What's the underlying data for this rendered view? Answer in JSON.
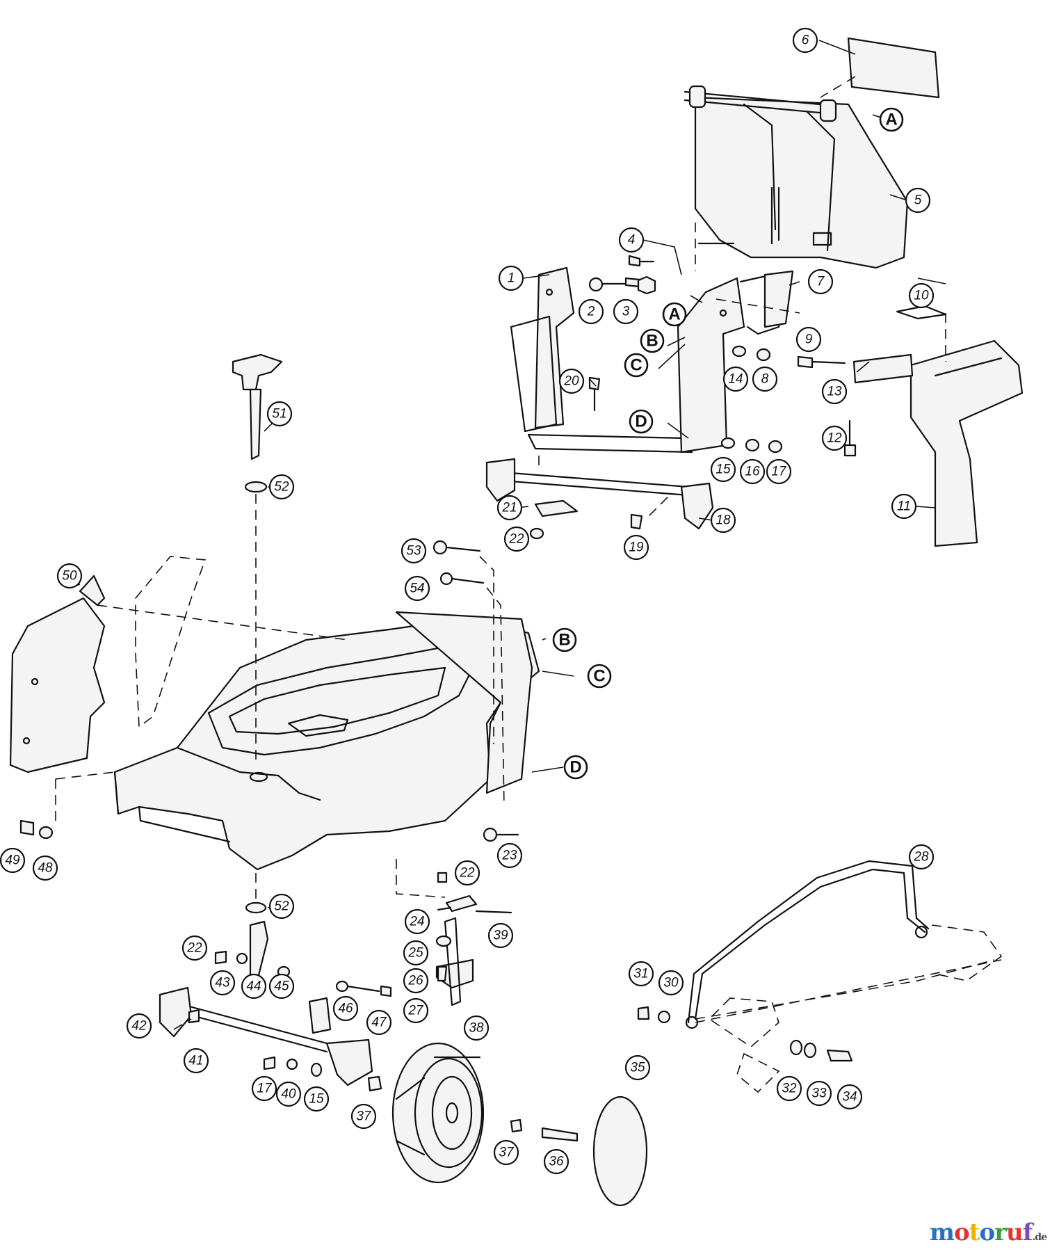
{
  "callouts": [
    {
      "id": "c1",
      "label": "1"
    },
    {
      "id": "c2",
      "label": "2"
    },
    {
      "id": "c3",
      "label": "3"
    },
    {
      "id": "c4",
      "label": "4"
    },
    {
      "id": "c5",
      "label": "5"
    },
    {
      "id": "c6",
      "label": "6"
    },
    {
      "id": "c7",
      "label": "7"
    },
    {
      "id": "c8",
      "label": "8"
    },
    {
      "id": "c9",
      "label": "9"
    },
    {
      "id": "c10",
      "label": "10"
    },
    {
      "id": "c11",
      "label": "11"
    },
    {
      "id": "c12",
      "label": "12"
    },
    {
      "id": "c13",
      "label": "13"
    },
    {
      "id": "c14",
      "label": "14"
    },
    {
      "id": "c15a",
      "label": "15"
    },
    {
      "id": "c16",
      "label": "16"
    },
    {
      "id": "c17a",
      "label": "17"
    },
    {
      "id": "c18",
      "label": "18"
    },
    {
      "id": "c19",
      "label": "19"
    },
    {
      "id": "c20",
      "label": "20"
    },
    {
      "id": "c21",
      "label": "21"
    },
    {
      "id": "c22a",
      "label": "22"
    },
    {
      "id": "c53",
      "label": "53"
    },
    {
      "id": "c54",
      "label": "54"
    },
    {
      "id": "c51",
      "label": "51"
    },
    {
      "id": "c52a",
      "label": "52"
    },
    {
      "id": "c50",
      "label": "50"
    },
    {
      "id": "c49",
      "label": "49"
    },
    {
      "id": "c48",
      "label": "48"
    },
    {
      "id": "c23",
      "label": "23"
    },
    {
      "id": "c22b",
      "label": "22"
    },
    {
      "id": "c24",
      "label": "24"
    },
    {
      "id": "c39",
      "label": "39"
    },
    {
      "id": "c25",
      "label": "25"
    },
    {
      "id": "c26",
      "label": "26"
    },
    {
      "id": "c27",
      "label": "27"
    },
    {
      "id": "c52b",
      "label": "52"
    },
    {
      "id": "c22c",
      "label": "22"
    },
    {
      "id": "c43",
      "label": "43"
    },
    {
      "id": "c44",
      "label": "44"
    },
    {
      "id": "c45",
      "label": "45"
    },
    {
      "id": "c46",
      "label": "46"
    },
    {
      "id": "c47",
      "label": "47"
    },
    {
      "id": "c42",
      "label": "42"
    },
    {
      "id": "c41",
      "label": "41"
    },
    {
      "id": "c17b",
      "label": "17"
    },
    {
      "id": "c40",
      "label": "40"
    },
    {
      "id": "c15b",
      "label": "15"
    },
    {
      "id": "c37a",
      "label": "37"
    },
    {
      "id": "c38",
      "label": "38"
    },
    {
      "id": "c35",
      "label": "35"
    },
    {
      "id": "c37b",
      "label": "37"
    },
    {
      "id": "c36",
      "label": "36"
    },
    {
      "id": "c28",
      "label": "28"
    },
    {
      "id": "c31",
      "label": "31"
    },
    {
      "id": "c30",
      "label": "30"
    },
    {
      "id": "c32",
      "label": "32"
    },
    {
      "id": "c33",
      "label": "33"
    },
    {
      "id": "c34",
      "label": "34"
    }
  ],
  "reference_letters": [
    {
      "id": "lA1",
      "label": "A"
    },
    {
      "id": "lA2",
      "label": "A"
    },
    {
      "id": "lB1",
      "label": "B"
    },
    {
      "id": "lC1",
      "label": "C"
    },
    {
      "id": "lD1",
      "label": "D"
    },
    {
      "id": "lB2",
      "label": "B"
    },
    {
      "id": "lC2",
      "label": "C"
    },
    {
      "id": "lD2",
      "label": "D"
    }
  ],
  "watermark": {
    "brand": "motoruf",
    "suffix": ".de",
    "colors": [
      "#2a6fc4",
      "#e3342f",
      "#f2b200",
      "#2a6fc4",
      "#3aa03a",
      "#e3342f",
      "#7a4bc2"
    ]
  }
}
